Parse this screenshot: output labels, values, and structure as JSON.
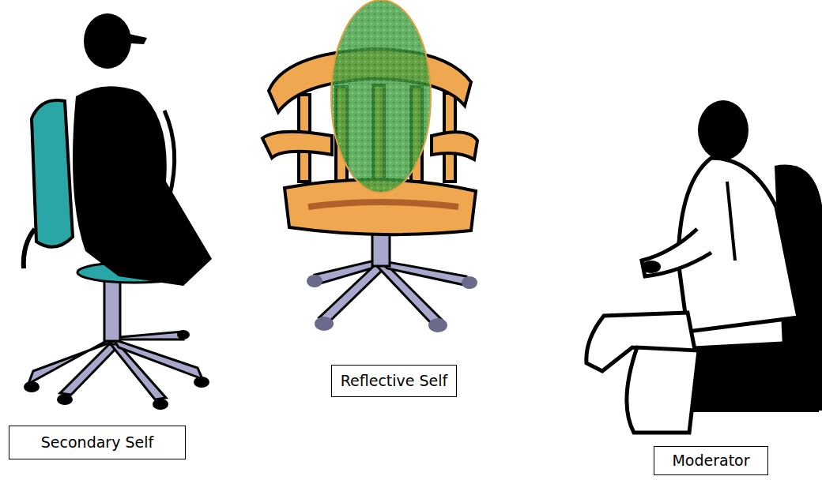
{
  "diagram": {
    "nodes": [
      {
        "text": [
          "Secondary Self"
        ]
      },
      {
        "text": [
          "Reflective Self"
        ]
      },
      {
        "text": [
          "Moderator"
        ]
      }
    ]
  }
}
